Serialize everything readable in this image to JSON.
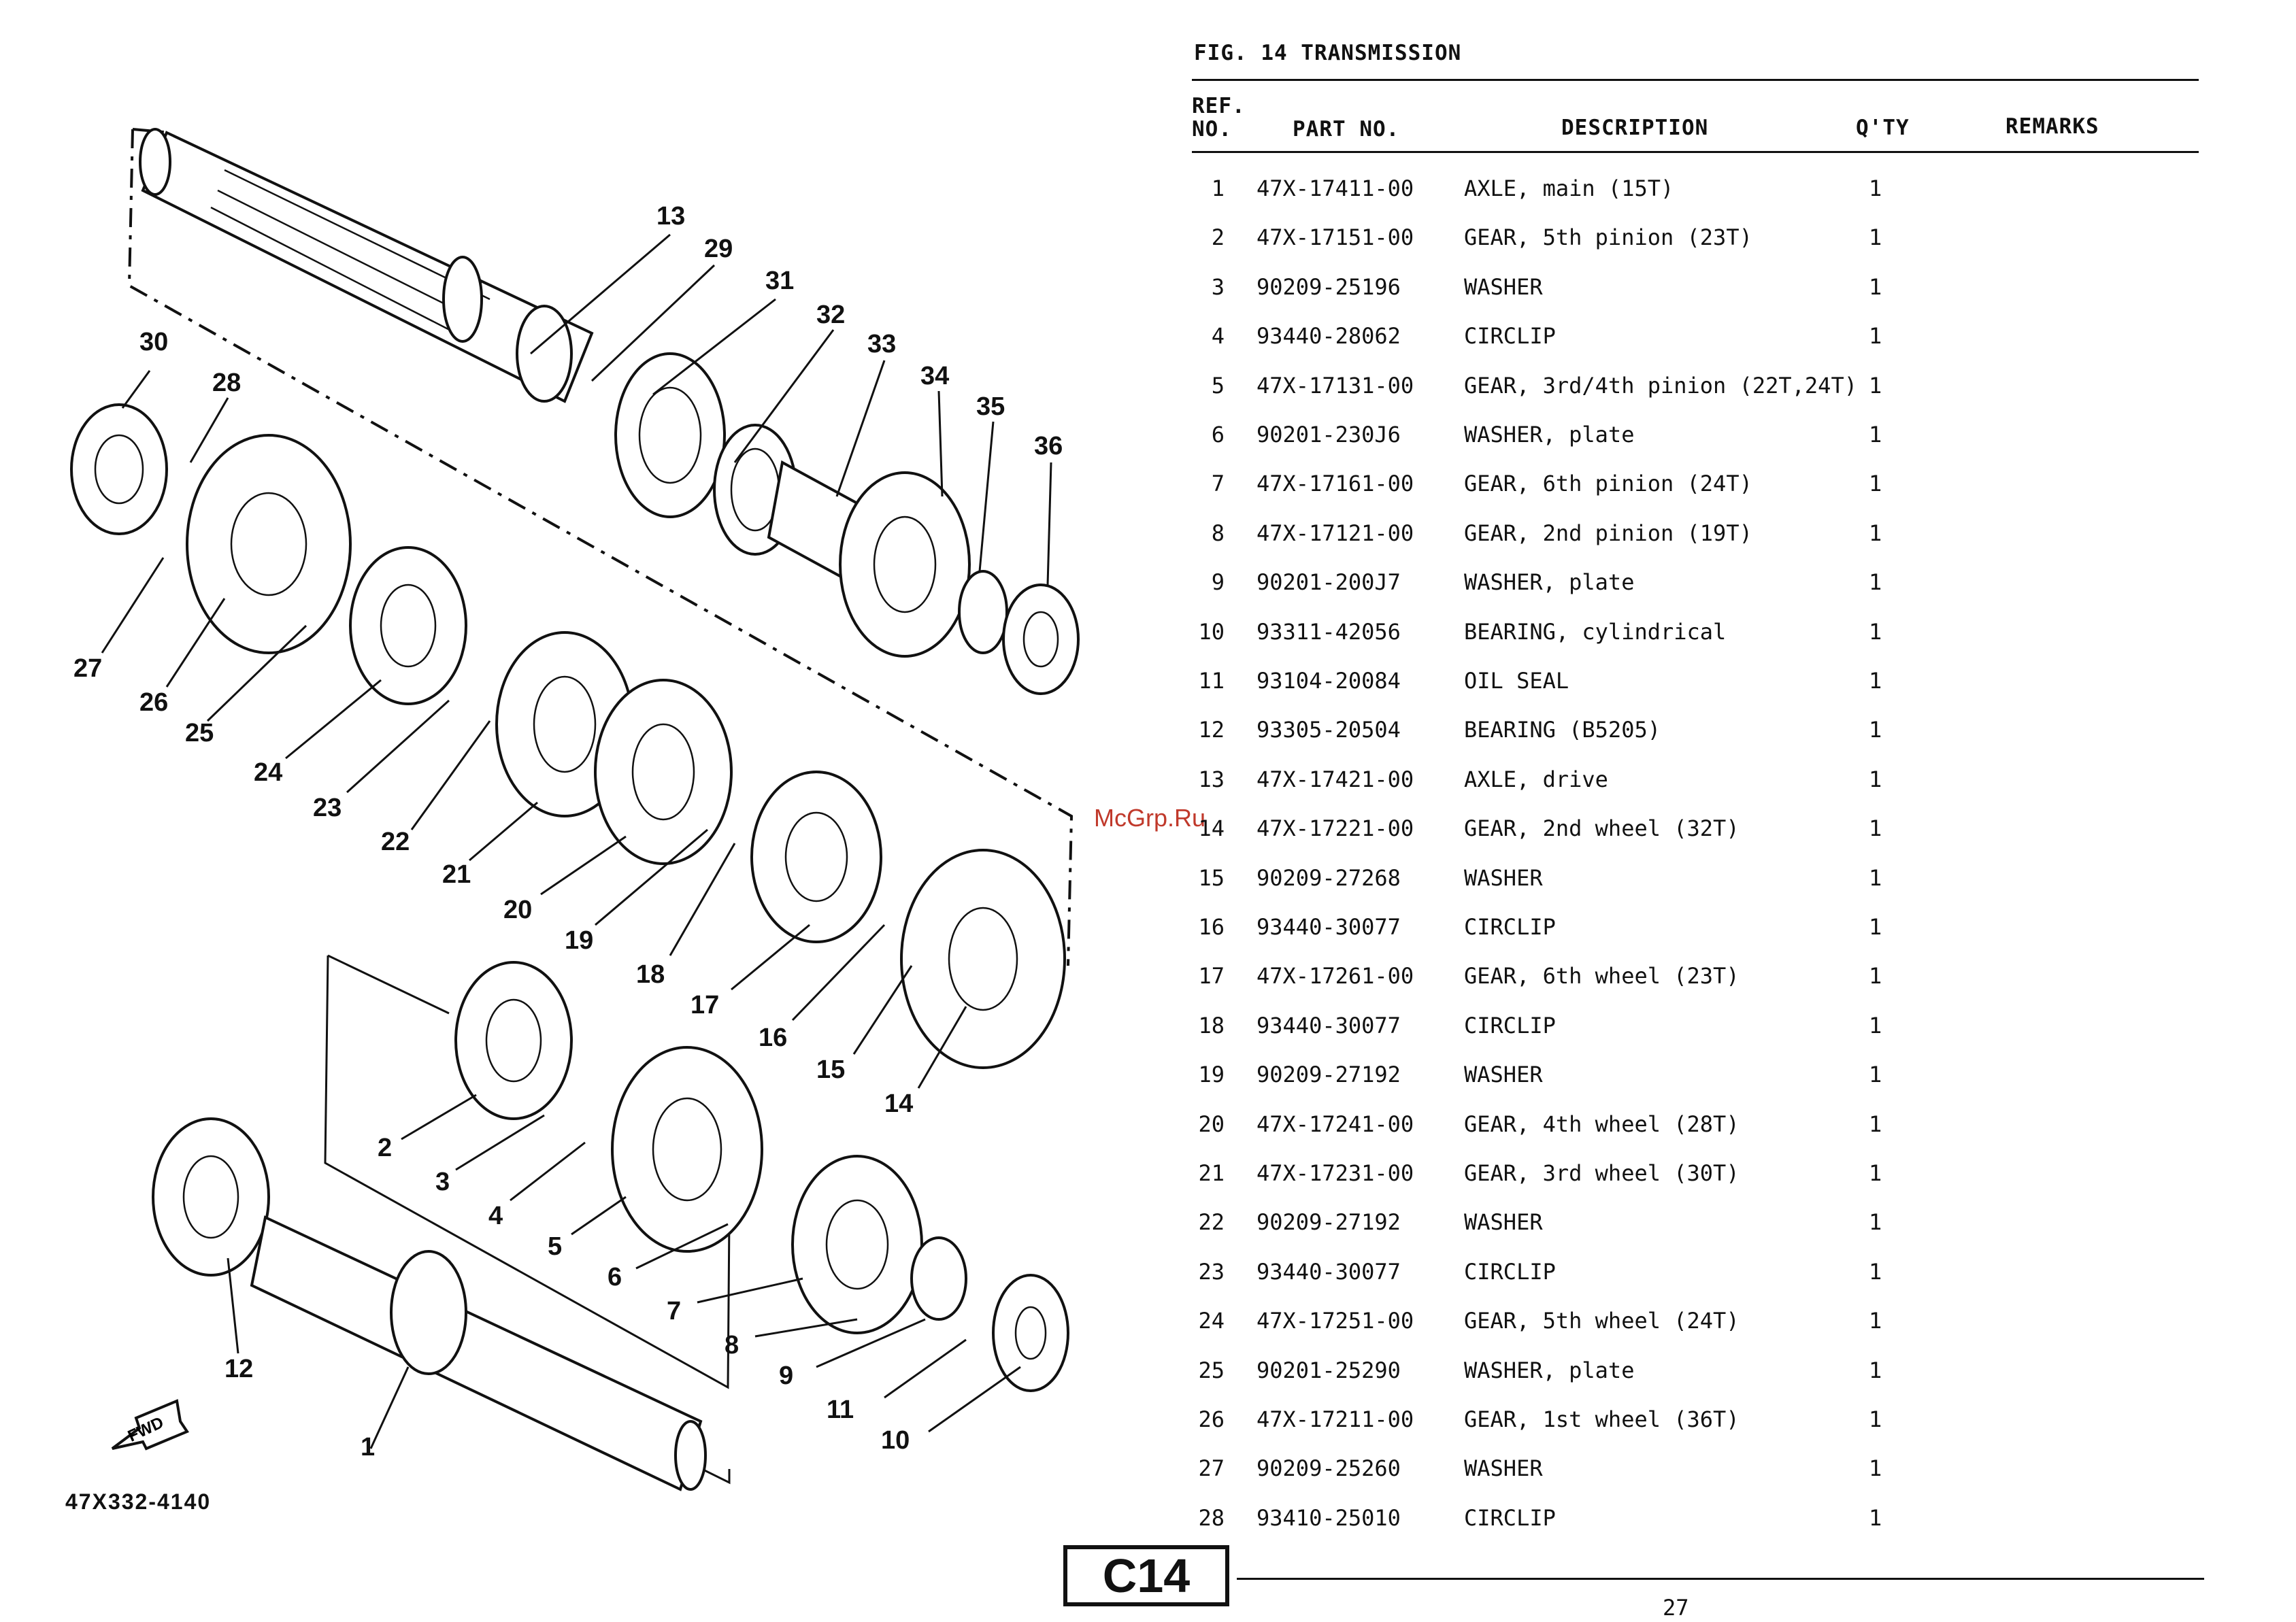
{
  "figure": {
    "title": "FIG. 14  TRANSMISSION",
    "code": "47X332-4140",
    "direction_label": "FWD",
    "badge": "C14",
    "page_number": "27",
    "watermark": "McGrp.Ru"
  },
  "diagram_callouts": [
    "1",
    "2",
    "3",
    "4",
    "5",
    "6",
    "7",
    "8",
    "9",
    "10",
    "11",
    "12",
    "13",
    "14",
    "15",
    "16",
    "17",
    "18",
    "19",
    "20",
    "21",
    "22",
    "23",
    "24",
    "25",
    "26",
    "27",
    "28",
    "29",
    "30",
    "31",
    "32",
    "33",
    "34",
    "35",
    "36"
  ],
  "table": {
    "headers": {
      "ref_line1": "REF.",
      "ref_line2": "NO.",
      "part_no": "PART NO.",
      "description": "DESCRIPTION",
      "qty": "Q'TY",
      "remarks": "REMARKS"
    },
    "rows": [
      {
        "ref": "1",
        "part": "47X-17411-00",
        "desc": "AXLE, main (15T)",
        "qty": "1"
      },
      {
        "ref": "2",
        "part": "47X-17151-00",
        "desc": "GEAR, 5th pinion (23T)",
        "qty": "1"
      },
      {
        "ref": "3",
        "part": "90209-25196",
        "desc": "WASHER",
        "qty": "1"
      },
      {
        "ref": "4",
        "part": "93440-28062",
        "desc": "CIRCLIP",
        "qty": "1"
      },
      {
        "ref": "5",
        "part": "47X-17131-00",
        "desc": "GEAR, 3rd/4th pinion (22T,24T)",
        "qty": "1"
      },
      {
        "ref": "6",
        "part": "90201-230J6",
        "desc": "WASHER, plate",
        "qty": "1"
      },
      {
        "ref": "7",
        "part": "47X-17161-00",
        "desc": "GEAR, 6th pinion (24T)",
        "qty": "1"
      },
      {
        "ref": "8",
        "part": "47X-17121-00",
        "desc": "GEAR, 2nd pinion (19T)",
        "qty": "1"
      },
      {
        "ref": "9",
        "part": "90201-200J7",
        "desc": "WASHER, plate",
        "qty": "1"
      },
      {
        "ref": "10",
        "part": "93311-42056",
        "desc": "BEARING, cylindrical",
        "qty": "1"
      },
      {
        "ref": "11",
        "part": "93104-20084",
        "desc": "OIL SEAL",
        "qty": "1"
      },
      {
        "ref": "12",
        "part": "93305-20504",
        "desc": "BEARING (B5205)",
        "qty": "1"
      },
      {
        "ref": "13",
        "part": "47X-17421-00",
        "desc": "AXLE, drive",
        "qty": "1"
      },
      {
        "ref": "14",
        "part": "47X-17221-00",
        "desc": "GEAR, 2nd wheel (32T)",
        "qty": "1"
      },
      {
        "ref": "15",
        "part": "90209-27268",
        "desc": "WASHER",
        "qty": "1"
      },
      {
        "ref": "16",
        "part": "93440-30077",
        "desc": "CIRCLIP",
        "qty": "1"
      },
      {
        "ref": "17",
        "part": "47X-17261-00",
        "desc": "GEAR, 6th wheel (23T)",
        "qty": "1"
      },
      {
        "ref": "18",
        "part": "93440-30077",
        "desc": "CIRCLIP",
        "qty": "1"
      },
      {
        "ref": "19",
        "part": "90209-27192",
        "desc": "WASHER",
        "qty": "1"
      },
      {
        "ref": "20",
        "part": "47X-17241-00",
        "desc": "GEAR, 4th wheel (28T)",
        "qty": "1"
      },
      {
        "ref": "21",
        "part": "47X-17231-00",
        "desc": "GEAR, 3rd wheel (30T)",
        "qty": "1"
      },
      {
        "ref": "22",
        "part": "90209-27192",
        "desc": "WASHER",
        "qty": "1"
      },
      {
        "ref": "23",
        "part": "93440-30077",
        "desc": "CIRCLIP",
        "qty": "1"
      },
      {
        "ref": "24",
        "part": "47X-17251-00",
        "desc": "GEAR, 5th wheel (24T)",
        "qty": "1"
      },
      {
        "ref": "25",
        "part": "90201-25290",
        "desc": "WASHER, plate",
        "qty": "1"
      },
      {
        "ref": "26",
        "part": "47X-17211-00",
        "desc": "GEAR, 1st wheel (36T)",
        "qty": "1"
      },
      {
        "ref": "27",
        "part": "90209-25260",
        "desc": "WASHER",
        "qty": "1"
      },
      {
        "ref": "28",
        "part": "93410-25010",
        "desc": "CIRCLIP",
        "qty": "1"
      }
    ]
  }
}
